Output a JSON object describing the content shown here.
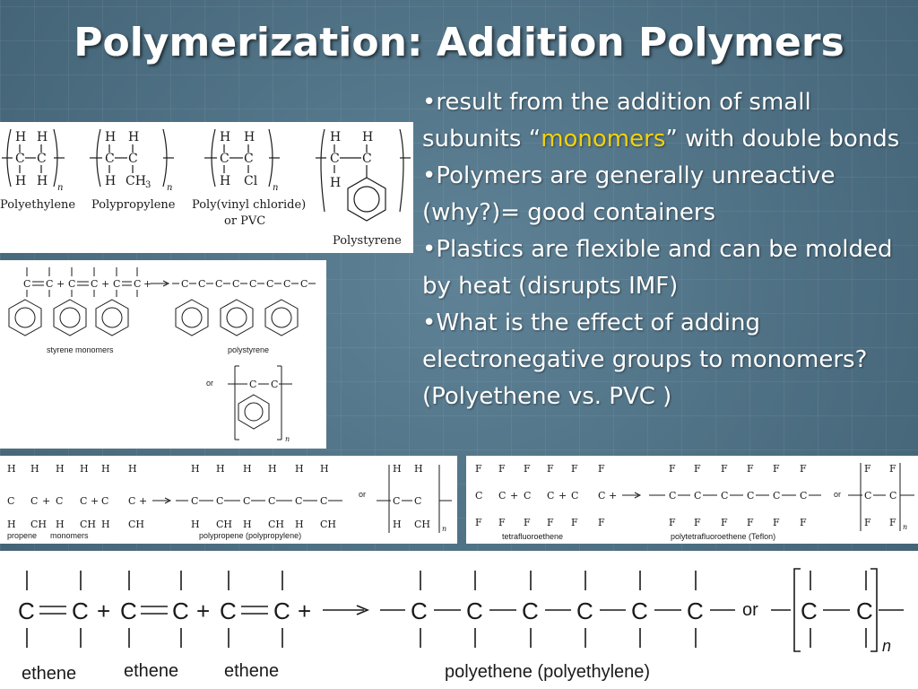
{
  "slide": {
    "title": "Polymerization: Addition Polymers",
    "bullets": [
      {
        "pre": "•result from the addition of small subunits “",
        "highlight": "monomers",
        "post": "” with double bonds"
      },
      {
        "text": "•Polymers are generally unreactive (why?)= good containers"
      },
      {
        "text": "•Plastics are flexible and can be molded by heat (disrupts IMF)"
      },
      {
        "text": "•What is the effect of adding electronegative groups to monomers? (Polyethene vs. PVC )"
      }
    ],
    "highlight_color": "#f2d20c"
  },
  "panel_polymers": {
    "polyethylene": "Polyethylene",
    "polypropylene": "Polypropylene",
    "pvc_line1": "Poly(vinyl chloride)",
    "pvc_line2": "or PVC",
    "polystyrene": "Polystyrene"
  },
  "panel_styrene": {
    "monomers_label": "styrene monomers",
    "product_label": "polystyrene",
    "or": "or"
  },
  "panel_propene": {
    "propene": "propene",
    "monomers": "monomers",
    "product": "polypropene (polypropylene)",
    "or": "or"
  },
  "panel_teflon": {
    "monomer": "tetrafluoroethene",
    "product": "polytetrafluoroethene (Teflon)",
    "or": "or"
  },
  "panel_ethene": {
    "ethene_1": "ethene",
    "ethene_2": "ethene",
    "ethene_3": "ethene",
    "product": "polyethene (polyethylene)",
    "or": "or",
    "n": "n"
  }
}
